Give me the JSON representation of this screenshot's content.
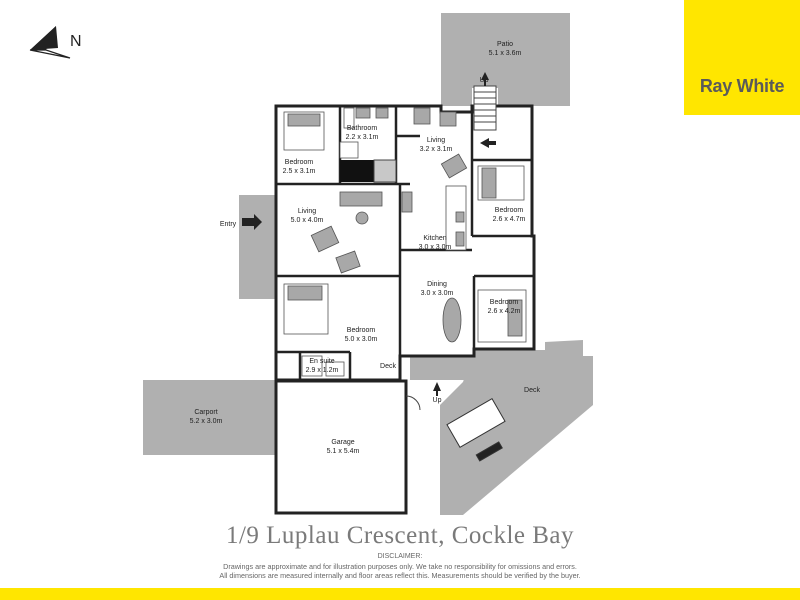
{
  "brand": {
    "name": "Ray White",
    "color": "#ffe600",
    "text_color": "#5a5a5a"
  },
  "compass": {
    "label": "N"
  },
  "address": "1/9 Luplau Crescent, Cockle Bay",
  "disclaimer": {
    "title": "DISCLAIMER:",
    "lines": [
      "Drawings are approximate and for illustration purposes only. We take no responsibility for omissions and errors.",
      "All dimensions are measured internally and floor areas reflect this. Measurements should be verified by the buyer."
    ]
  },
  "rooms": [
    {
      "name": "Patio",
      "size": "5.1 x 3.6m"
    },
    {
      "name": "Bathroom",
      "size": "2.2 x 3.1m"
    },
    {
      "name": "Living",
      "size": "3.2 x 3.1m"
    },
    {
      "name": "Bedroom",
      "size": "2.5 x 3.1m"
    },
    {
      "name": "Living",
      "size": "5.0 x 4.0m"
    },
    {
      "name": "Bedroom",
      "size": "2.6 x 4.7m"
    },
    {
      "name": "Kitchen",
      "size": "3.0 x 3.0m"
    },
    {
      "name": "Dining",
      "size": "3.0 x 3.0m"
    },
    {
      "name": "Bedroom",
      "size": "2.6 x 4.2m"
    },
    {
      "name": "Bedroom",
      "size": "5.0 x 3.0m"
    },
    {
      "name": "En suite",
      "size": "2.9 x 1.2m"
    },
    {
      "name": "Carport",
      "size": "5.2 x 3.0m"
    },
    {
      "name": "Garage",
      "size": "5.1 x 5.4m"
    }
  ],
  "markers": {
    "deck": "Deck",
    "entry": "Entry",
    "up": "Up"
  },
  "colors": {
    "wall": "#222222",
    "outdoor": "#b0b0b0",
    "room": "#ffffff",
    "furniture": "#a8a8a8"
  }
}
